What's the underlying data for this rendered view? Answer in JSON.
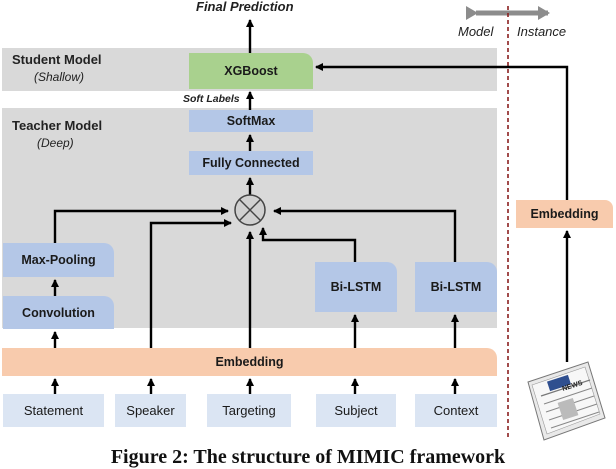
{
  "top_label": "Final Prediction",
  "legend": {
    "left": "Model",
    "right": "Instance"
  },
  "student": {
    "title": "Student Model",
    "subtitle": "(Shallow)"
  },
  "teacher": {
    "title": "Teacher Model",
    "subtitle": "(Deep)"
  },
  "soft_labels": "Soft Labels",
  "boxes": {
    "xgboost": "XGBoost",
    "softmax": "SoftMax",
    "fully_connected": "Fully Connected",
    "max_pooling": "Max-Pooling",
    "convolution": "Convolution",
    "bilstm_subject": "Bi-LSTM",
    "bilstm_context": "Bi-LSTM",
    "embedding_main": "Embedding",
    "embedding_instance": "Embedding"
  },
  "inputs": {
    "statement": "Statement",
    "speaker": "Speaker",
    "targeting": "Targeting",
    "subject": "Subject",
    "context": "Context"
  },
  "news_icon_text": "NEWS",
  "caption": "Figure 2: The structure of MIMIC framework",
  "colors": {
    "panel": "#d9d9d9",
    "blue": "#b4c7e7",
    "light_blue": "#dbe5f3",
    "orange": "#f8cbad",
    "green": "#a9d18e",
    "divider": "#8b2020",
    "arrow_gray": "#8c8c8c"
  }
}
